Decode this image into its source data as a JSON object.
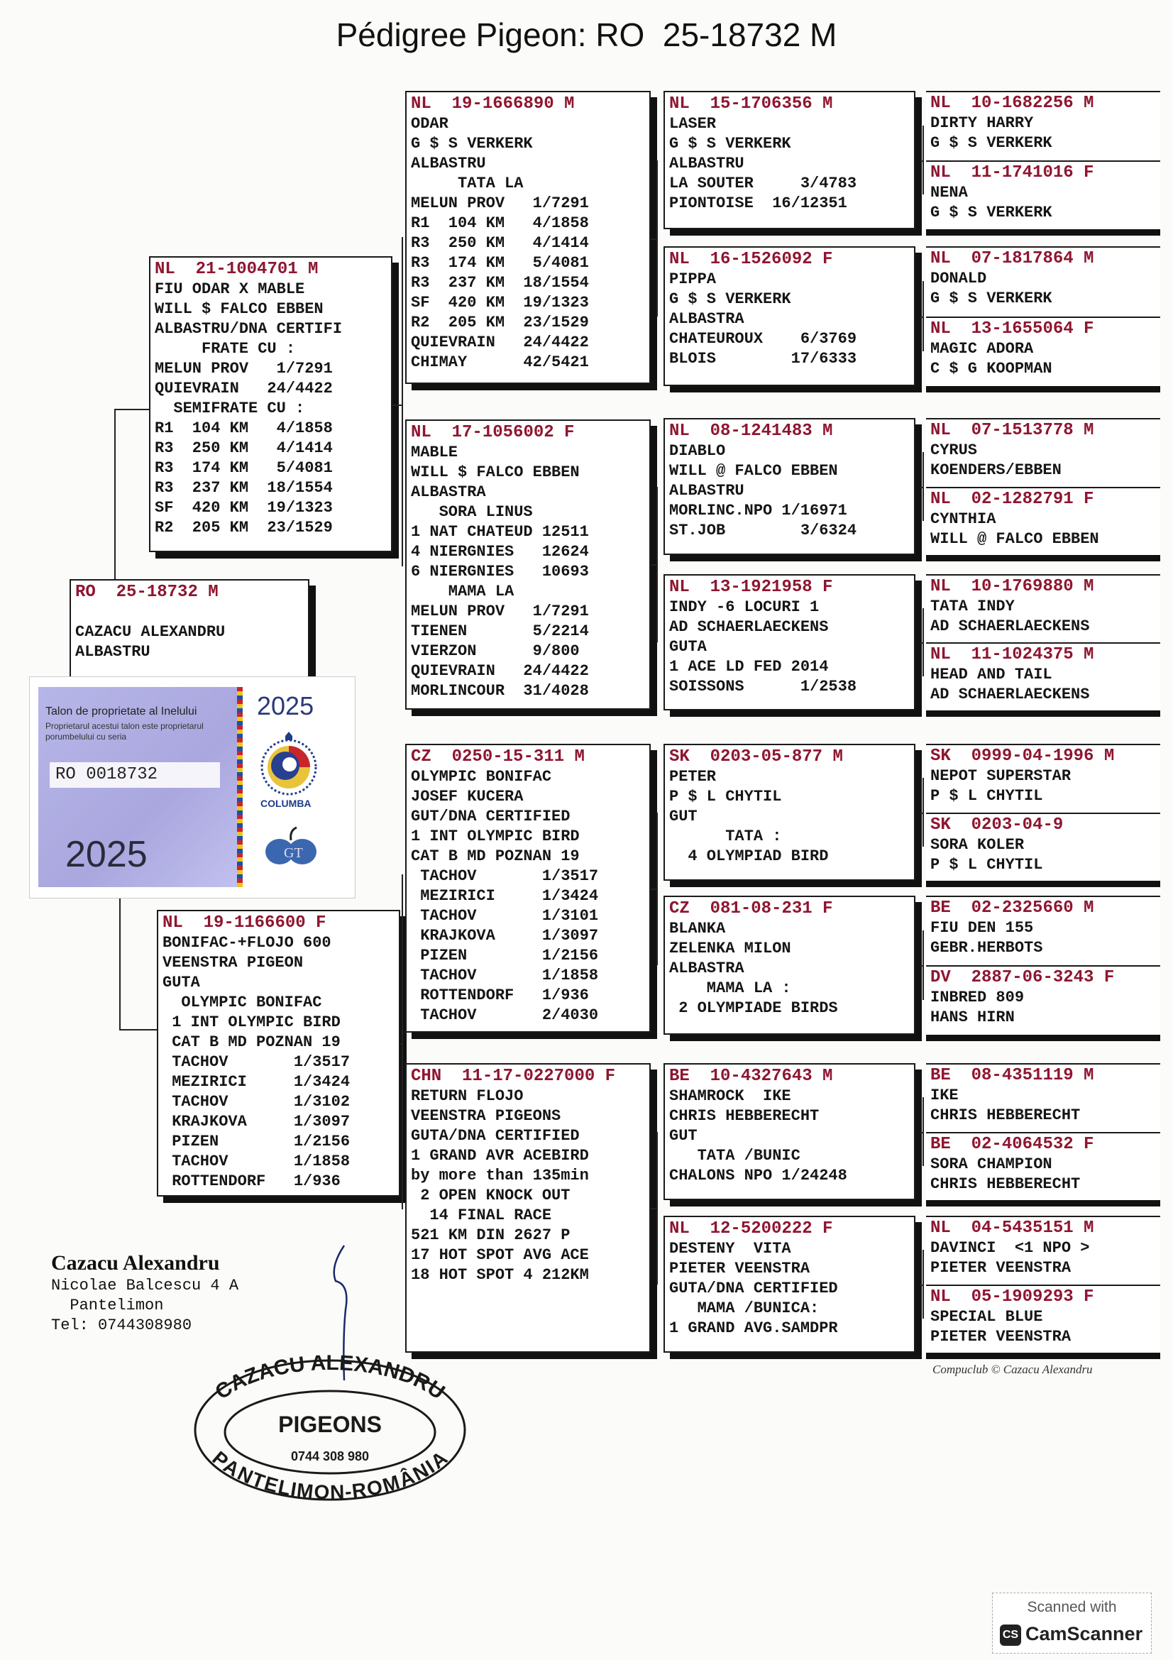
{
  "title": "Pédigree Pigeon: RO  25-18732 M",
  "colors": {
    "ring": "#8e1630",
    "ink": "#151515"
  },
  "subject": {
    "header": {
      "country": "RO",
      "ring": "25-18732 M"
    },
    "lines": [
      "",
      "CAZACU ALEXANDRU",
      "ALBASTRU"
    ]
  },
  "sire": {
    "header": {
      "country": "NL",
      "ring": "21-1004701 M"
    },
    "lines": [
      "FIU ODAR X MABLE",
      "WILL $ FALCO EBBEN",
      "ALBASTRU/DNA CERTIFI",
      "     FRATE CU :",
      "MELUN PROV   1/7291",
      "QUIEVRAIN   24/4422",
      "  SEMIFRATE CU :",
      "R1  104 KM   4/1858",
      "R3  250 KM   4/1414",
      "R3  174 KM   5/4081",
      "R3  237 KM  18/1554",
      "SF  420 KM  19/1323",
      "R2  205 KM  23/1529"
    ]
  },
  "dam": {
    "header": {
      "country": "NL",
      "ring": "19-1166600 F"
    },
    "lines": [
      "BONIFAC-+FLOJO 600",
      "VEENSTRA PIGEON",
      "GUTA",
      "  OLYMPIC BONIFAC",
      " 1 INT OLYMPIC BIRD",
      " CAT B MD POZNAN 19",
      " TACHOV       1/3517",
      " MEZIRICI     1/3424",
      " TACHOV       1/3102",
      " KRAJKOVA     1/3097",
      " PIZEN        1/2156",
      " TACHOV       1/1858",
      " ROTTENDORF   1/936"
    ]
  },
  "gen3": [
    {
      "header": {
        "country": "NL",
        "ring": "19-1666890 M"
      },
      "lines": [
        "ODAR",
        "G $ S VERKERK",
        "ALBASTRU",
        "     TATA LA",
        "MELUN PROV   1/7291",
        "R1  104 KM   4/1858",
        "R3  250 KM   4/1414",
        "R3  174 KM   5/4081",
        "R3  237 KM  18/1554",
        "SF  420 KM  19/1323",
        "R2  205 KM  23/1529",
        "QUIEVRAIN   24/4422",
        "CHIMAY      42/5421"
      ]
    },
    {
      "header": {
        "country": "NL",
        "ring": "17-1056002 F"
      },
      "lines": [
        "MABLE",
        "WILL $ FALCO EBBEN",
        "ALBASTRA",
        "   SORA LINUS",
        "1 NAT CHATEUD 12511",
        "4 NIERGNIES   12624",
        "6 NIERGNIES   10693",
        "    MAMA LA",
        "MELUN PROV   1/7291",
        "TIENEN       5/2214",
        "VIERZON      9/800",
        "QUIEVRAIN   24/4422",
        "MORLINCOUR  31/4028"
      ]
    },
    {
      "header": {
        "country": "CZ",
        "ring": "0250-15-311 M"
      },
      "lines": [
        "OLYMPIC BONIFAC",
        "JOSEF KUCERA",
        "GUT/DNA CERTIFIED",
        "1 INT OLYMPIC BIRD",
        "CAT B MD POZNAN 19",
        " TACHOV       1/3517",
        " MEZIRICI     1/3424",
        " TACHOV       1/3101",
        " KRAJKOVA     1/3097",
        " PIZEN        1/2156",
        " TACHOV       1/1858",
        " ROTTENDORF   1/936",
        " TACHOV       2/4030"
      ]
    },
    {
      "header": {
        "country": "CHN",
        "ring": "11-17-0227000 F"
      },
      "lines": [
        "RETURN FLOJO",
        "VEENSTRA PIGEONS",
        "GUTA/DNA CERTIFIED",
        "1 GRAND AVR ACEBIRD",
        "by more than 135min",
        " 2 OPEN KNOCK OUT",
        "  14 FINAL RACE",
        "521 KM DIN 2627 P",
        "17 HOT SPOT AVG ACE",
        "18 HOT SPOT 4 212KM"
      ]
    }
  ],
  "gen4": [
    {
      "header": {
        "country": "NL",
        "ring": "15-1706356 M"
      },
      "lines": [
        "LASER",
        "G $ S VERKERK",
        "ALBASTRU",
        "LA SOUTER     3/4783",
        "PIONTOISE  16/12351"
      ]
    },
    {
      "header": {
        "country": "NL",
        "ring": "16-1526092 F"
      },
      "lines": [
        "PIPPA",
        "G $ S VERKERK",
        "ALBASTRA",
        "CHATEUROUX    6/3769",
        "BLOIS        17/6333"
      ]
    },
    {
      "header": {
        "country": "NL",
        "ring": "08-1241483 M"
      },
      "lines": [
        "DIABLO",
        "WILL @ FALCO EBBEN",
        "ALBASTRU",
        "MORLINC.NPO 1/16971",
        "ST.JOB        3/6324"
      ]
    },
    {
      "header": {
        "country": "NL",
        "ring": "13-1921958 F"
      },
      "lines": [
        "INDY -6 LOCURI 1",
        "AD SCHAERLAECKENS",
        "GUTA",
        "1 ACE LD FED 2014",
        "SOISSONS      1/2538"
      ]
    },
    {
      "header": {
        "country": "SK",
        "ring": "0203-05-877 M"
      },
      "lines": [
        "PETER",
        "P $ L CHYTIL",
        "GUT",
        "      TATA :",
        "  4 OLYMPIAD BIRD"
      ]
    },
    {
      "header": {
        "country": "CZ",
        "ring": "081-08-231 F"
      },
      "lines": [
        "BLANKA",
        "ZELENKA MILON",
        "ALBASTRA",
        "    MAMA LA :",
        " 2 OLYMPIADE BIRDS"
      ]
    },
    {
      "header": {
        "country": "BE",
        "ring": "10-4327643 M"
      },
      "lines": [
        "SHAMROCK  IKE",
        "CHRIS HEBBERECHT",
        "GUT",
        "   TATA /BUNIC",
        "CHALONS NPO 1/24248"
      ]
    },
    {
      "header": {
        "country": "NL",
        "ring": "12-5200222 F"
      },
      "lines": [
        "DESTENY  VITA",
        "PIETER VEENSTRA",
        "GUTA/DNA CERTIFIED",
        "   MAMA /BUNICA:",
        "1 GRAND AVG.SAMDPR"
      ]
    }
  ],
  "gen5": [
    {
      "header": {
        "country": "NL",
        "ring": "10-1682256 M"
      },
      "lines": [
        "DIRTY HARRY",
        "G $ S VERKERK"
      ]
    },
    {
      "header": {
        "country": "NL",
        "ring": "11-1741016 F"
      },
      "lines": [
        "NENA",
        "G $ S VERKERK"
      ]
    },
    {
      "header": {
        "country": "NL",
        "ring": "07-1817864 M"
      },
      "lines": [
        "DONALD",
        "G $ S VERKERK"
      ]
    },
    {
      "header": {
        "country": "NL",
        "ring": "13-1655064 F"
      },
      "lines": [
        "MAGIC ADORA",
        "C $ G KOOPMAN"
      ]
    },
    {
      "header": {
        "country": "NL",
        "ring": "07-1513778 M"
      },
      "lines": [
        "CYRUS",
        "KOENDERS/EBBEN"
      ]
    },
    {
      "header": {
        "country": "NL",
        "ring": "02-1282791 F"
      },
      "lines": [
        "CYNTHIA",
        "WILL @ FALCO EBBEN"
      ]
    },
    {
      "header": {
        "country": "NL",
        "ring": "10-1769880 M"
      },
      "lines": [
        "TATA INDY",
        "AD SCHAERLAECKENS"
      ]
    },
    {
      "header": {
        "country": "NL",
        "ring": "11-1024375 M"
      },
      "lines": [
        "HEAD AND TAIL",
        "AD SCHAERLAECKENS"
      ]
    },
    {
      "header": {
        "country": "SK",
        "ring": "0999-04-1996 M"
      },
      "lines": [
        "NEPOT SUPERSTAR",
        "P $ L CHYTIL"
      ]
    },
    {
      "header": {
        "country": "SK",
        "ring": "0203-04-9"
      },
      "lines": [
        "SORA KOLER",
        "P $ L CHYTIL"
      ]
    },
    {
      "header": {
        "country": "BE",
        "ring": "02-2325660 M"
      },
      "lines": [
        "FIU DEN 155",
        "GEBR.HERBOTS"
      ]
    },
    {
      "header": {
        "country": "DV",
        "ring": "2887-06-3243 F"
      },
      "lines": [
        "INBRED 809",
        "HANS HIRN"
      ]
    },
    {
      "header": {
        "country": "BE",
        "ring": "08-4351119 M"
      },
      "lines": [
        "IKE",
        "CHRIS HEBBERECHT"
      ]
    },
    {
      "header": {
        "country": "BE",
        "ring": "02-4064532 F"
      },
      "lines": [
        "SORA CHAMPION",
        "CHRIS HEBBERECHT"
      ]
    },
    {
      "header": {
        "country": "NL",
        "ring": "04-5435151 M"
      },
      "lines": [
        "DAVINCI  <1 NPO >",
        "PIETER VEENSTRA"
      ]
    },
    {
      "header": {
        "country": "NL",
        "ring": "05-1909293 F"
      },
      "lines": [
        "SPECIAL BLUE",
        "PIETER VEENSTRA"
      ]
    }
  ],
  "talon": {
    "title": "Talon de proprietate al Inelului",
    "subtitle": "Proprietarul acestui talon este proprietarul porumbelului cu seria",
    "serial": "RO 0018732",
    "year_big": "2025",
    "year_small": "2025",
    "logo": "COLUMBA"
  },
  "owner": {
    "name": "Cazacu Alexandru",
    "address": "Nicolae Balcescu 4 A",
    "city": "  Pantelimon",
    "phone": "Tel: 0744308980"
  },
  "stamp": {
    "top": "CAZACU ALEXANDRU",
    "center": "PIGEONS",
    "phone": "0744 308 980",
    "bottom": "PANTELIMON-ROMÂNIA"
  },
  "footer": "Compuclub © Cazacu Alexandru",
  "scanner": {
    "caption": "Scanned with",
    "brand": "CamScanner",
    "badge": "CS"
  }
}
